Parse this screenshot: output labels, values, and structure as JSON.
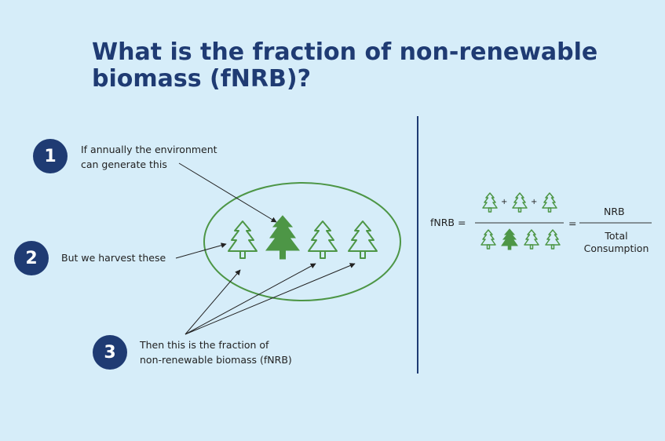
{
  "title": "What is the fraction of non-renewable biomass (fNRB)?",
  "steps": [
    {
      "number": "1",
      "line1": "If annually the environment",
      "line2": "can generate this"
    },
    {
      "number": "2",
      "line1": "But we harvest these",
      "line2": ""
    },
    {
      "number": "3",
      "line1": "Then this is the fraction of",
      "line2": "non-renewable biomass (fNRB)"
    }
  ],
  "formula": {
    "lhs": "fNRB =",
    "plus": "+",
    "equals": "=",
    "numerator": "NRB",
    "denominator_line1": "Total",
    "denominator_line2": "Consumption"
  },
  "colors": {
    "title": "#1f3b73",
    "badge": "#1f3b73",
    "tree": "#4d9646",
    "background": "#d6edf9"
  }
}
